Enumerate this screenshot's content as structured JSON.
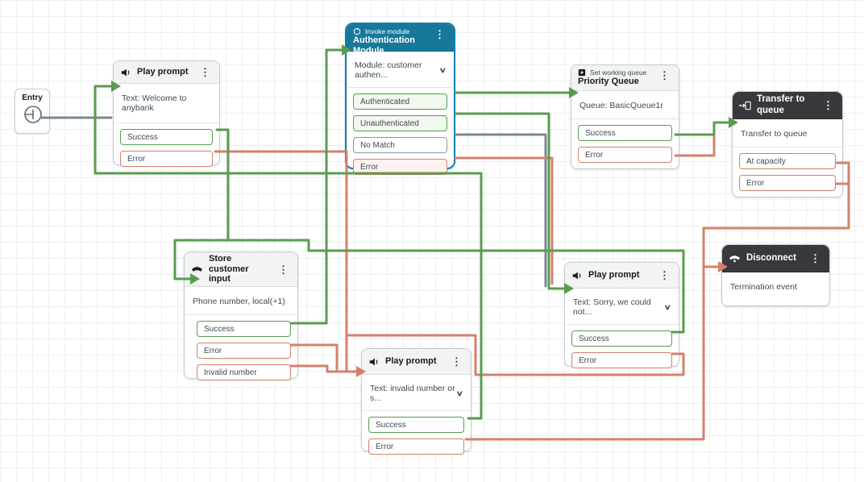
{
  "colors": {
    "success_line": "#5a9b4f",
    "error_line": "#d5806b",
    "neutral_line": "#7b8794",
    "module_header": "#17789a",
    "dark_header": "#37393d",
    "selected_border": "#0d7fb0"
  },
  "nodes": {
    "entry": {
      "label": "Entry"
    },
    "welcome_prompt": {
      "title": "Play prompt",
      "body": "Text: Welcome to anybank",
      "outputs": [
        "Success",
        "Error"
      ]
    },
    "auth_module": {
      "kind_label": "Invoke module",
      "title": "Authentication Module",
      "dropdown_value": "Module: customer authen...",
      "outputs": [
        "Authenticated",
        "Unauthenticated",
        "No Match",
        "Error"
      ]
    },
    "priority_queue": {
      "kind_label": "Set working queue",
      "title": "Priority Queue",
      "body": "Queue: BasicQueue1r",
      "outputs": [
        "Success",
        "Error"
      ]
    },
    "transfer_to_queue": {
      "title": "Transfer to queue",
      "body": "Transfer to queue",
      "outputs": [
        "At capacity",
        "Error"
      ]
    },
    "store_customer_input": {
      "title": "Store customer input",
      "body": "Phone number, local(+1)",
      "outputs": [
        "Success",
        "Error",
        "Invalid number"
      ]
    },
    "sorry_prompt": {
      "title": "Play prompt",
      "dropdown_value": "Text: Sorry, we could not...",
      "outputs": [
        "Success",
        "Error"
      ]
    },
    "invalid_prompt": {
      "title": "Play prompt",
      "dropdown_value": "Text: invalid number or s...",
      "outputs": [
        "Success",
        "Error"
      ]
    },
    "disconnect": {
      "title": "Disconnect",
      "body": "Termination event"
    }
  },
  "connections": [
    {
      "from": "entry",
      "to": "welcome-prompt",
      "color": "neutral"
    },
    {
      "from": "welcome-prompt.success",
      "to": "store-customer-input",
      "color": "success"
    },
    {
      "from": "welcome-prompt.error",
      "to": "invalid-prompt",
      "color": "error"
    },
    {
      "from": "store-customer-input.success",
      "to": "authentication-module",
      "color": "success"
    },
    {
      "from": "store-customer-input.error",
      "to": "invalid-prompt",
      "color": "error"
    },
    {
      "from": "store-customer-input.invalid-number",
      "to": "invalid-prompt",
      "color": "error"
    },
    {
      "from": "authentication-module.authenticated",
      "to": "priority-queue",
      "color": "success"
    },
    {
      "from": "authentication-module.unauthenticated",
      "to": "sorry-prompt",
      "color": "success"
    },
    {
      "from": "authentication-module.no-match",
      "to": "sorry-prompt",
      "color": "neutral"
    },
    {
      "from": "authentication-module.error",
      "to": "sorry-prompt",
      "color": "error"
    },
    {
      "from": "priority-queue.success",
      "to": "transfer-to-queue",
      "color": "success"
    },
    {
      "from": "priority-queue.error",
      "to": "transfer-to-queue",
      "color": "error"
    },
    {
      "from": "transfer-to-queue.at-capacity",
      "to": "disconnect",
      "color": "error"
    },
    {
      "from": "transfer-to-queue.error",
      "to": "disconnect",
      "color": "error"
    },
    {
      "from": "sorry-prompt.success",
      "to": "store-customer-input",
      "color": "success"
    },
    {
      "from": "sorry-prompt.error",
      "to": "invalid-prompt",
      "color": "error"
    },
    {
      "from": "invalid-prompt.success",
      "to": "welcome-prompt",
      "color": "success"
    },
    {
      "from": "invalid-prompt.error",
      "to": "disconnect",
      "color": "error"
    }
  ]
}
